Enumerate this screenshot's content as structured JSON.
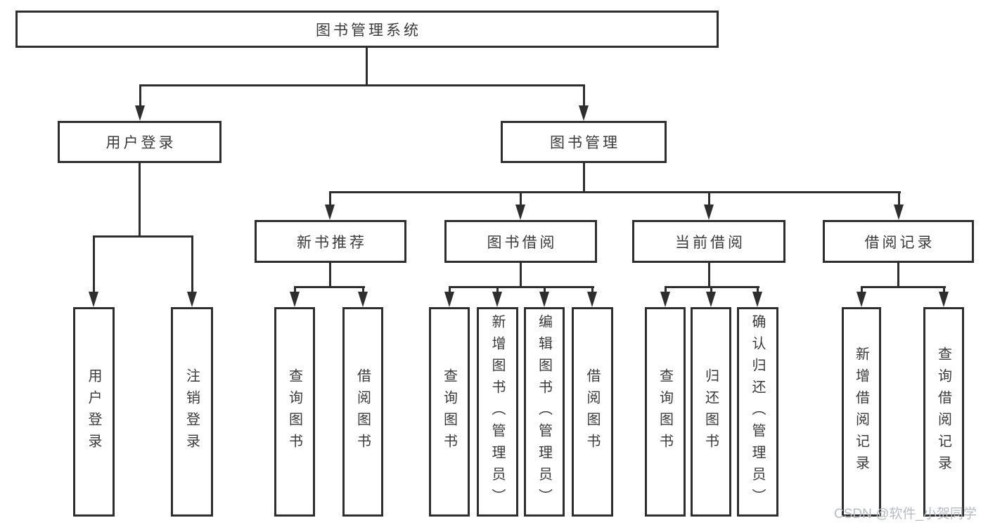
{
  "tree": {
    "root": "图书管理系统",
    "children": [
      {
        "label": "用户登录",
        "children": [
          "用户登录",
          "注销登录"
        ]
      },
      {
        "label": "图书管理",
        "children": [
          {
            "label": "新书推荐",
            "children": [
              "查询图书",
              "借阅图书"
            ]
          },
          {
            "label": "图书借阅",
            "children": [
              "查询图书",
              "新增图书（管理员）",
              "编辑图书（管理员）",
              "借阅图书"
            ]
          },
          {
            "label": "当前借阅",
            "children": [
              "查询图书",
              "归还图书",
              "确认归还（管理员）"
            ]
          },
          {
            "label": "借阅记录",
            "children": [
              "新增借阅记录",
              "查询借阅记录"
            ]
          }
        ]
      }
    ]
  },
  "watermark": "CSDN @软件_小贺同学",
  "colors": {
    "line": "#2e2e2e",
    "text": "#3a3a3a",
    "background": "#ffffff",
    "watermark": "#b7bcc3"
  }
}
